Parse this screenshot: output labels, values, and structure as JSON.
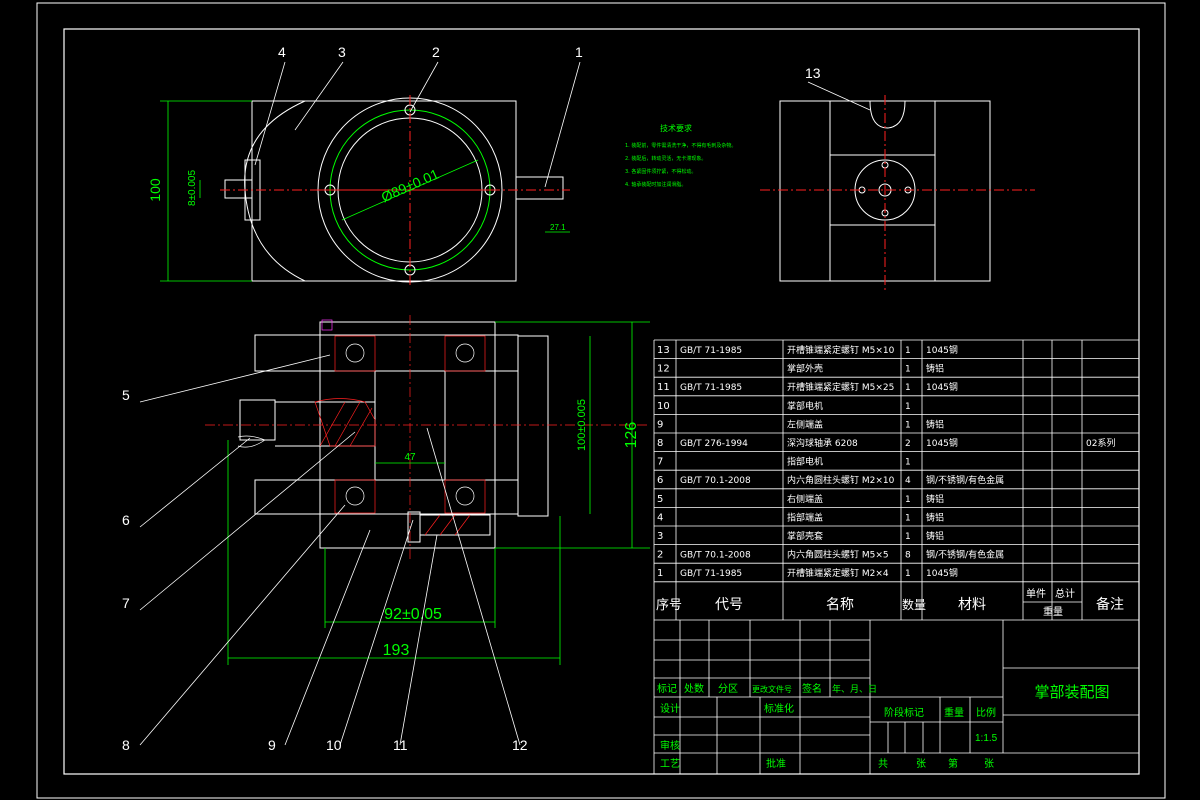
{
  "colors": {
    "background": "#000000",
    "frame": "#ffffff",
    "outline": "#ffffff",
    "dimension": "#00ff00",
    "centerline": "#ff2020",
    "section": "#ff2020",
    "annotation": "#ffffff",
    "table_text": "#ffffff",
    "title_text": "#00ff00",
    "notes_text": "#00ff00"
  },
  "drawing": {
    "title": "掌部装配图",
    "scale": "1:1.5",
    "notes_heading": "技术要求",
    "notes": [
      "1. 装配前，零件需清洗干净，不得有毛刺及杂物。",
      "2. 装配后，转动灵活，无卡滞现象。",
      "3. 各紧固件须拧紧，不得松动。",
      "4. 轴承装配时加注润滑脂。"
    ],
    "dimensions": {
      "top_height": "100",
      "top_shaft": "8±0.005",
      "top_diameter": "Ø89±0.01",
      "top_side": "27.1",
      "front_height_outer": "126",
      "front_height_inner": "100±0.005",
      "front_inner_width": "47",
      "front_width_mid": "92±0.05",
      "front_width_total": "193"
    },
    "balloons": [
      "1",
      "2",
      "3",
      "4",
      "5",
      "6",
      "7",
      "8",
      "9",
      "10",
      "11",
      "12",
      "13"
    ]
  },
  "bom": [
    {
      "no": "13",
      "code": "GB/T 71-1985",
      "name": "开槽锥端紧定螺钉 M5×10",
      "qty": "1",
      "material": "1045钢",
      "note": ""
    },
    {
      "no": "12",
      "code": "",
      "name": "掌部外壳",
      "qty": "1",
      "material": "铸铝",
      "note": ""
    },
    {
      "no": "11",
      "code": "GB/T 71-1985",
      "name": "开槽锥端紧定螺钉 M5×25",
      "qty": "1",
      "material": "1045钢",
      "note": ""
    },
    {
      "no": "10",
      "code": "",
      "name": "掌部电机",
      "qty": "1",
      "material": "",
      "note": ""
    },
    {
      "no": "9",
      "code": "",
      "name": "左侧端盖",
      "qty": "1",
      "material": "铸铝",
      "note": ""
    },
    {
      "no": "8",
      "code": "GB/T 276-1994",
      "name": "深沟球轴承 6208",
      "qty": "2",
      "material": "1045钢",
      "note": "02系列"
    },
    {
      "no": "7",
      "code": "",
      "name": "指部电机",
      "qty": "1",
      "material": "",
      "note": ""
    },
    {
      "no": "6",
      "code": "GB/T 70.1-2008",
      "name": "内六角圆柱头螺钉 M2×10",
      "qty": "4",
      "material": "钢/不锈钢/有色金属",
      "note": ""
    },
    {
      "no": "5",
      "code": "",
      "name": "右侧端盖",
      "qty": "1",
      "material": "铸铝",
      "note": ""
    },
    {
      "no": "4",
      "code": "",
      "name": "指部端盖",
      "qty": "1",
      "material": "铸铝",
      "note": ""
    },
    {
      "no": "3",
      "code": "",
      "name": "掌部壳套",
      "qty": "1",
      "material": "铸铝",
      "note": ""
    },
    {
      "no": "2",
      "code": "GB/T 70.1-2008",
      "name": "内六角圆柱头螺钉 M5×5",
      "qty": "8",
      "material": "钢/不锈钢/有色金属",
      "note": ""
    },
    {
      "no": "1",
      "code": "GB/T 71-1985",
      "name": "开槽锥端紧定螺钉 M2×4",
      "qty": "1",
      "material": "1045钢",
      "note": ""
    }
  ],
  "bom_header": {
    "no": "序号",
    "code": "代号",
    "name": "名称",
    "qty": "数量",
    "material": "材料",
    "unit": "单件",
    "total": "总计",
    "weight": "重量",
    "note": "备注"
  },
  "title_block": {
    "mark": "标记",
    "count": "处数",
    "zone": "分区",
    "change_doc": "更改文件号",
    "sign": "签名",
    "date": "年、月、日",
    "design": "设计",
    "standard": "标准化",
    "stage": "阶段标记",
    "weight": "重量",
    "ratio": "比例",
    "review": "审核",
    "process": "工艺",
    "approve": "批准",
    "total_sheets": "共",
    "sheets": "张",
    "sheet_no": "第",
    "sheet": "张"
  }
}
